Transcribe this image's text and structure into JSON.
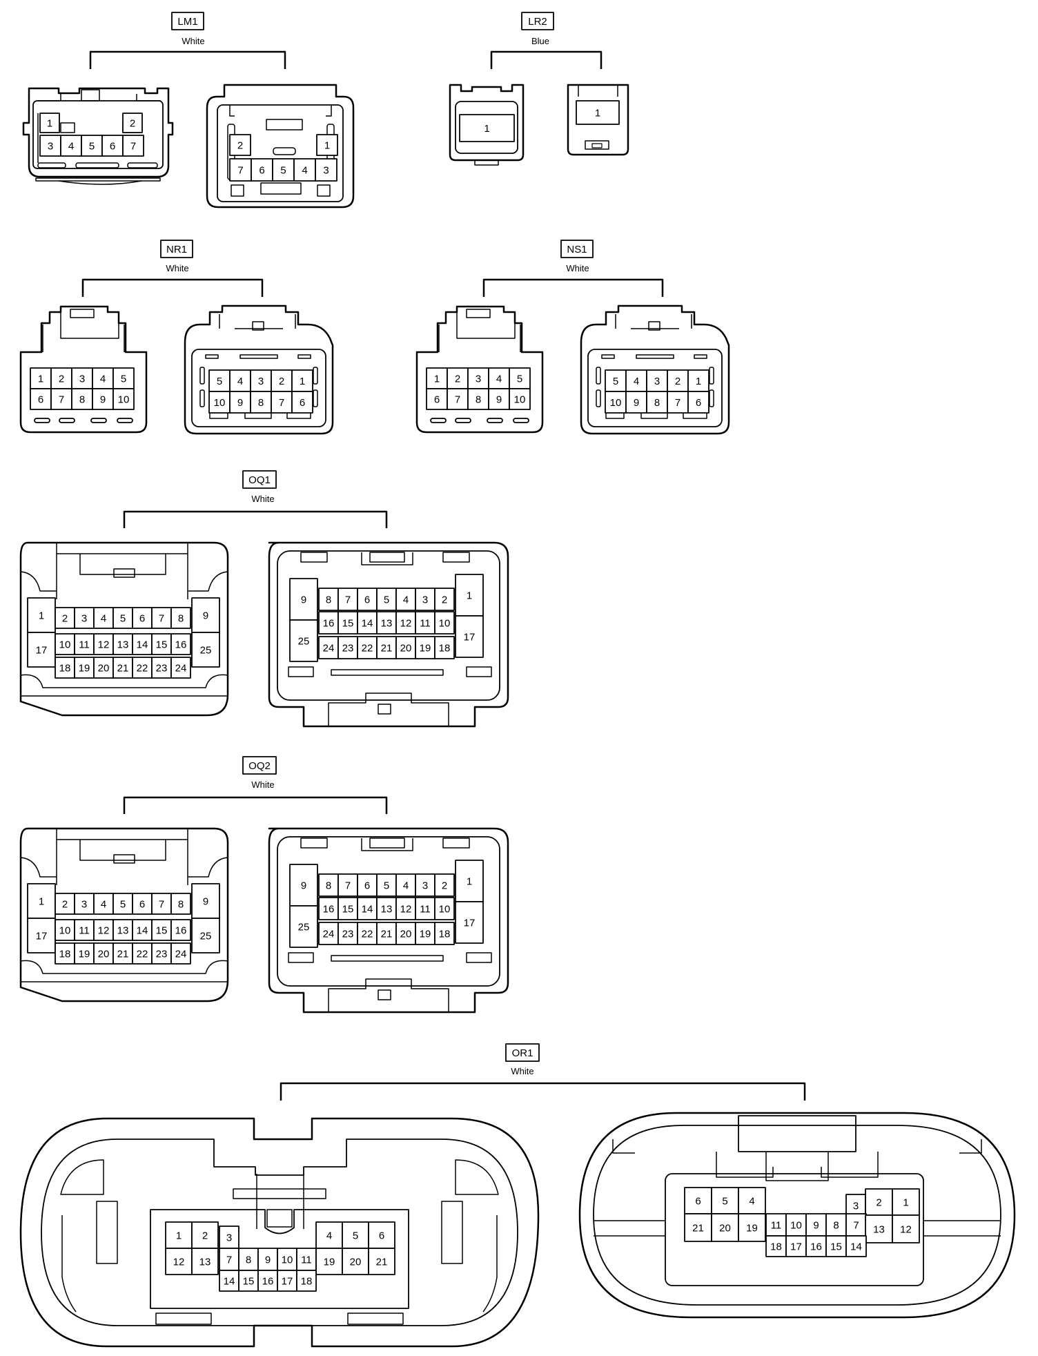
{
  "connectors": {
    "lm1": {
      "code": "LM1",
      "color": "White"
    },
    "lr2": {
      "code": "LR2",
      "color": "Blue"
    },
    "nr1": {
      "code": "NR1",
      "color": "White"
    },
    "ns1": {
      "code": "NS1",
      "color": "White"
    },
    "oq1": {
      "code": "OQ1",
      "color": "White"
    },
    "oq2": {
      "code": "OQ2",
      "color": "White"
    },
    "or1": {
      "code": "OR1",
      "color": "White"
    }
  },
  "pins": {
    "lm1_female": {
      "top": [
        "1",
        "2"
      ],
      "bottom": [
        "3",
        "4",
        "5",
        "6",
        "7"
      ]
    },
    "lm1_male": {
      "top": [
        "2",
        "1"
      ],
      "bottom": [
        "7",
        "6",
        "5",
        "4",
        "3"
      ]
    },
    "lr2_female": [
      "1"
    ],
    "lr2_male": [
      "1"
    ],
    "nr1_female": {
      "row1": [
        "1",
        "2",
        "3",
        "4",
        "5"
      ],
      "row2": [
        "6",
        "7",
        "8",
        "9",
        "10"
      ]
    },
    "nr1_male": {
      "row1": [
        "5",
        "4",
        "3",
        "2",
        "1"
      ],
      "row2": [
        "10",
        "9",
        "8",
        "7",
        "6"
      ]
    },
    "ns1_female": {
      "row1": [
        "1",
        "2",
        "3",
        "4",
        "5"
      ],
      "row2": [
        "6",
        "7",
        "8",
        "9",
        "10"
      ]
    },
    "ns1_male": {
      "row1": [
        "5",
        "4",
        "3",
        "2",
        "1"
      ],
      "row2": [
        "10",
        "9",
        "8",
        "7",
        "6"
      ]
    },
    "oq_female": {
      "left": [
        "1",
        "17"
      ],
      "right": [
        "9",
        "25"
      ],
      "row1": [
        "2",
        "3",
        "4",
        "5",
        "6",
        "7",
        "8"
      ],
      "row2": [
        "10",
        "11",
        "12",
        "13",
        "14",
        "15",
        "16"
      ],
      "row3": [
        "18",
        "19",
        "20",
        "21",
        "22",
        "23",
        "24"
      ]
    },
    "oq_male": {
      "left": [
        "9",
        "25"
      ],
      "right": [
        "1",
        "17"
      ],
      "row1": [
        "8",
        "7",
        "6",
        "5",
        "4",
        "3",
        "2"
      ],
      "row2": [
        "16",
        "15",
        "14",
        "13",
        "12",
        "11",
        "10"
      ],
      "row3": [
        "24",
        "23",
        "22",
        "21",
        "20",
        "19",
        "18"
      ]
    },
    "or1_female": {
      "top_left": [
        "1",
        "2"
      ],
      "three": "3",
      "top_right": [
        "4",
        "5",
        "6"
      ],
      "mid_left": [
        "12",
        "13"
      ],
      "mid": [
        "7",
        "8",
        "9",
        "10",
        "11"
      ],
      "mid_right": [
        "19",
        "20",
        "21"
      ],
      "bottom": [
        "14",
        "15",
        "16",
        "17",
        "18"
      ]
    },
    "or1_male": {
      "top_left": [
        "6",
        "5",
        "4"
      ],
      "three": "3",
      "top_right": [
        "2",
        "1"
      ],
      "mid_left": [
        "21",
        "20",
        "19"
      ],
      "mid": [
        "11",
        "10",
        "9",
        "8",
        "7"
      ],
      "mid_right": [
        "13",
        "12"
      ],
      "bottom": [
        "18",
        "17",
        "16",
        "15",
        "14"
      ]
    }
  }
}
